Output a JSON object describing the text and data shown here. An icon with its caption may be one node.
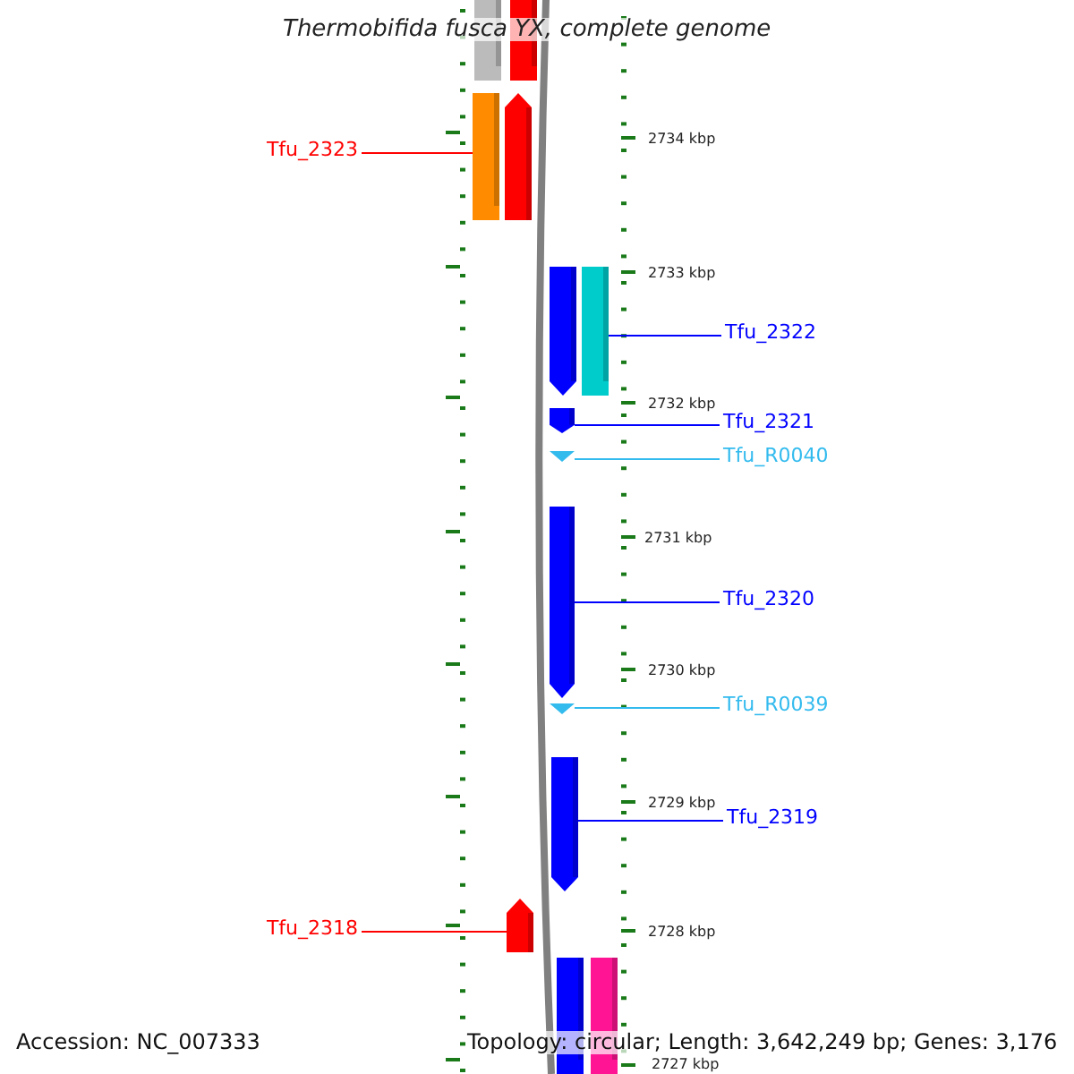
{
  "diagram": {
    "title": "Thermobifida fusca YX, complete genome",
    "nodes": [
      {
        "text": [],
        "shape": "arrow"
      },
      {
        "text": [],
        "shape": "arrow"
      },
      {
        "text": [
          "Tfu_2323"
        ]
      },
      {
        "text": [],
        "shape": "arrow"
      },
      {
        "text": [],
        "shape": "arrow"
      },
      {
        "text": [],
        "shape": "arrow"
      },
      {
        "text": [],
        "shape": "arrow"
      },
      {
        "text": [
          "Tfu_2322"
        ]
      },
      {
        "text": [],
        "shape": "arrow"
      },
      {
        "text": [
          "Tfu_2321"
        ]
      },
      {
        "text": [],
        "shape": "arrow"
      },
      {
        "text": [
          "Tfu_R0040"
        ]
      },
      {
        "text": [],
        "shape": "arrow"
      },
      {
        "text": [
          "Tfu_2320"
        ]
      },
      {
        "text": [],
        "shape": "arrow"
      },
      {
        "text": [
          "Tfu_R0039"
        ]
      },
      {
        "text": [],
        "shape": "arrow"
      },
      {
        "text": [
          "Tfu_2319"
        ]
      },
      {
        "text": [],
        "shape": "arrow"
      },
      {
        "text": [
          "Tfu_2318"
        ]
      },
      {
        "text": [],
        "shape": "arrow"
      },
      {
        "text": [],
        "shape": "arrow"
      }
    ],
    "edges": [
      {
        "from": 2,
        "to": 3,
        "arrow": "none",
        "color": "#ff0000"
      },
      {
        "from": 7,
        "to": 6,
        "arrow": "none"
      },
      {
        "from": 9,
        "to": 8,
        "arrow": "none"
      },
      {
        "from": 11,
        "to": 10,
        "arrow": "none",
        "color": "#33bbee"
      },
      {
        "from": 13,
        "to": 12,
        "arrow": "none"
      },
      {
        "from": 15,
        "to": 14,
        "arrow": "none",
        "color": "#33bbee"
      },
      {
        "from": 17,
        "to": 16,
        "arrow": "none"
      },
      {
        "from": 19,
        "to": 18,
        "arrow": "none",
        "color": "#ff0000"
      }
    ],
    "labels": [
      "2734 kbp",
      "2733 kbp",
      "2732 kbp",
      "2731 kbp",
      "2730 kbp",
      "2729 kbp",
      "2728 kbp",
      "2727 kbp",
      "Accession: NC_007333",
      "Topology: circular; Length: 3,642,249 bp; Genes: 3,176"
    ]
  }
}
